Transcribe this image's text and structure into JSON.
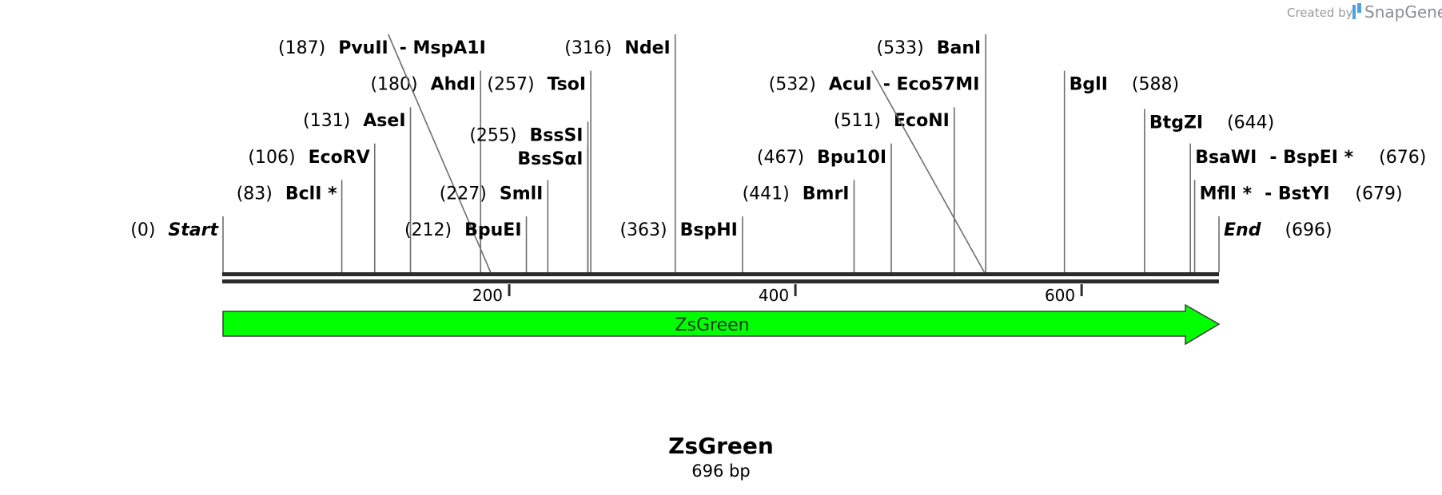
{
  "credit": {
    "prefix": "Created by",
    "brand": "SnapGene"
  },
  "title": "ZsGreen",
  "subtitle": "696 bp",
  "sequence": {
    "length": 696
  },
  "axis_ticks": [
    {
      "value": 200,
      "label": "200"
    },
    {
      "value": 400,
      "label": "400"
    },
    {
      "value": 600,
      "label": "600"
    }
  ],
  "feature": {
    "name": "ZsGreen",
    "start": 0,
    "end": 696,
    "color": "#00ff00",
    "direction": "forward"
  },
  "sites": [
    {
      "id": "start",
      "name": "Start",
      "pos": 0,
      "pos_label": "(0)",
      "italic": true,
      "side": "left",
      "row": 0,
      "line_to": 0
    },
    {
      "id": "bcli",
      "name": "BclI *",
      "pos": 83,
      "pos_label": "(83)",
      "side": "left",
      "row": 1,
      "line_to": 83
    },
    {
      "id": "ecorv",
      "name": "EcoRV",
      "pos": 106,
      "pos_label": "(106)",
      "side": "left",
      "row": 2,
      "line_to": 106
    },
    {
      "id": "asei",
      "name": "AseI",
      "pos": 131,
      "pos_label": "(131)",
      "side": "left",
      "row": 3,
      "line_to": 131
    },
    {
      "id": "ahdi",
      "name": "AhdI",
      "pos": 180,
      "pos_label": "(180)",
      "side": "left",
      "row": 4,
      "line_to": 180
    },
    {
      "id": "pvuii",
      "name": "PvuII",
      "name2": "- MspA1I",
      "pos": 187,
      "pos_label": "(187)",
      "side": "left",
      "row": 5,
      "line_to": 187
    },
    {
      "id": "bpuei",
      "name": "BpuEI",
      "pos": 212,
      "pos_label": "(212)",
      "side": "left",
      "row": 0,
      "line_to": 212
    },
    {
      "id": "smli",
      "name": "SmlI",
      "pos": 227,
      "pos_label": "(227)",
      "side": "left",
      "row": 1,
      "line_to": 227
    },
    {
      "id": "bsssi",
      "name": "BssSI",
      "pos": 255,
      "pos_label": "(255)",
      "side": "left",
      "row": 2.6,
      "line_to": 255
    },
    {
      "id": "bsssai",
      "name": "BssSαI",
      "pos": 255,
      "pos_label": "",
      "side": "left",
      "row": 1.95,
      "line_to": 255
    },
    {
      "id": "tsoi",
      "name": "TsoI",
      "pos": 257,
      "pos_label": "(257)",
      "side": "left",
      "row": 4,
      "line_to": 257
    },
    {
      "id": "ndei",
      "name": "NdeI",
      "pos": 316,
      "pos_label": "(316)",
      "side": "left",
      "row": 5,
      "line_to": 316
    },
    {
      "id": "bsphi",
      "name": "BspHI",
      "pos": 363,
      "pos_label": "(363)",
      "side": "left",
      "row": 0,
      "line_to": 363
    },
    {
      "id": "bmri",
      "name": "BmrI",
      "pos": 441,
      "pos_label": "(441)",
      "side": "left",
      "row": 1,
      "line_to": 441
    },
    {
      "id": "bpu10i",
      "name": "Bpu10I",
      "pos": 467,
      "pos_label": "(467)",
      "side": "left",
      "row": 2,
      "line_to": 467
    },
    {
      "id": "econi",
      "name": "EcoNI",
      "pos": 511,
      "pos_label": "(511)",
      "side": "left",
      "row": 3,
      "line_to": 511
    },
    {
      "id": "acui",
      "name": "AcuI",
      "name2": "- Eco57MI",
      "pos": 532,
      "pos_label": "(532)",
      "side": "left",
      "row": 4,
      "line_to": 532
    },
    {
      "id": "bani",
      "name": "BanI",
      "pos": 533,
      "pos_label": "(533)",
      "side": "left",
      "row": 5,
      "line_to": 533
    },
    {
      "id": "bgli",
      "name": "BglI",
      "pos": 588,
      "pos_label": "(588)",
      "side": "right",
      "row": 4,
      "line_to": 588
    },
    {
      "id": "btgzi",
      "name": "BtgZI",
      "pos": 644,
      "pos_label": "(644)",
      "side": "right",
      "row": 2.95,
      "line_to": 644
    },
    {
      "id": "bsawi",
      "name": "BsaWI",
      "name2": "- BspEI *",
      "pos": 676,
      "pos_label": "(676)",
      "side": "right",
      "row": 2,
      "line_to": 676
    },
    {
      "id": "mfli",
      "name": "MflI *",
      "name2": "- BstYI",
      "pos": 679,
      "pos_label": "(679)",
      "side": "right",
      "row": 1,
      "line_to": 679
    },
    {
      "id": "end",
      "name": "End",
      "pos": 696,
      "pos_label": "(696)",
      "italic": true,
      "side": "right",
      "row": 0,
      "line_to": 696
    }
  ]
}
